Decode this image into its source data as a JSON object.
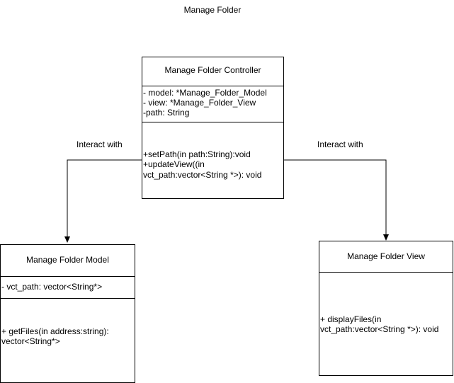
{
  "diagram": {
    "title": "Manage Folder",
    "controller": {
      "name": "Manage Folder Controller",
      "attributes": [
        "- model: *Manage_Folder_Model",
        "- view: *Manage_Folder_View",
        "-path: String"
      ],
      "operations": [
        "+setPath(in path:String):void",
        "+updateView((in",
        "vct_path:vector<String *>): void"
      ]
    },
    "model": {
      "name": "Manage Folder Model",
      "attributes": [
        "- vct_path: vector<String*>"
      ],
      "operations": [
        "+ getFiles(in address:string):",
        "vector<String*>"
      ]
    },
    "view": {
      "name": "Manage Folder View",
      "operations": [
        "+ displayFiles(in",
        "vct_path:vector<String *>): void"
      ]
    },
    "edges": [
      {
        "label": "Interact with",
        "from": "Manage Folder Controller",
        "to": "Manage Folder Model"
      },
      {
        "label": "Interact with",
        "from": "Manage Folder Controller",
        "to": "Manage Folder View"
      }
    ]
  }
}
